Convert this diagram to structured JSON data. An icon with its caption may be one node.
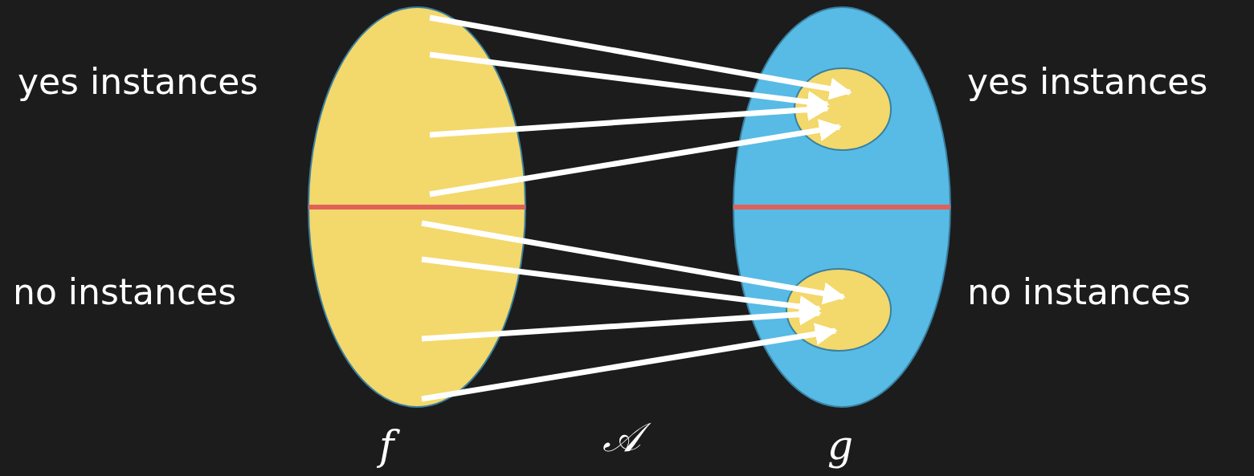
{
  "diagram": {
    "nodes": [
      {
        "text": [],
        "shape": "ellipse",
        "beside": [
          "f"
        ]
      },
      {
        "text": [],
        "shape": "ellipse",
        "beside": [
          "g"
        ]
      },
      {
        "text": [],
        "shape": "ellipse",
        "in": 1
      },
      {
        "text": [],
        "shape": "ellipse",
        "in": 1
      }
    ],
    "edges": [
      {
        "from": 0,
        "to": 2,
        "arrow": "to"
      },
      {
        "from": 0,
        "to": 2,
        "arrow": "to"
      },
      {
        "from": 0,
        "to": 2,
        "arrow": "to"
      },
      {
        "from": 0,
        "to": 2,
        "arrow": "to"
      },
      {
        "from": 0,
        "to": 3,
        "arrow": "to"
      },
      {
        "from": 0,
        "to": 3,
        "arrow": "to"
      },
      {
        "from": 0,
        "to": 3,
        "arrow": "to"
      },
      {
        "from": 0,
        "to": 3,
        "arrow": "to"
      }
    ],
    "labels": [
      "yes instances",
      "yes instances",
      "no instances",
      "no instances",
      "𝒜"
    ]
  }
}
